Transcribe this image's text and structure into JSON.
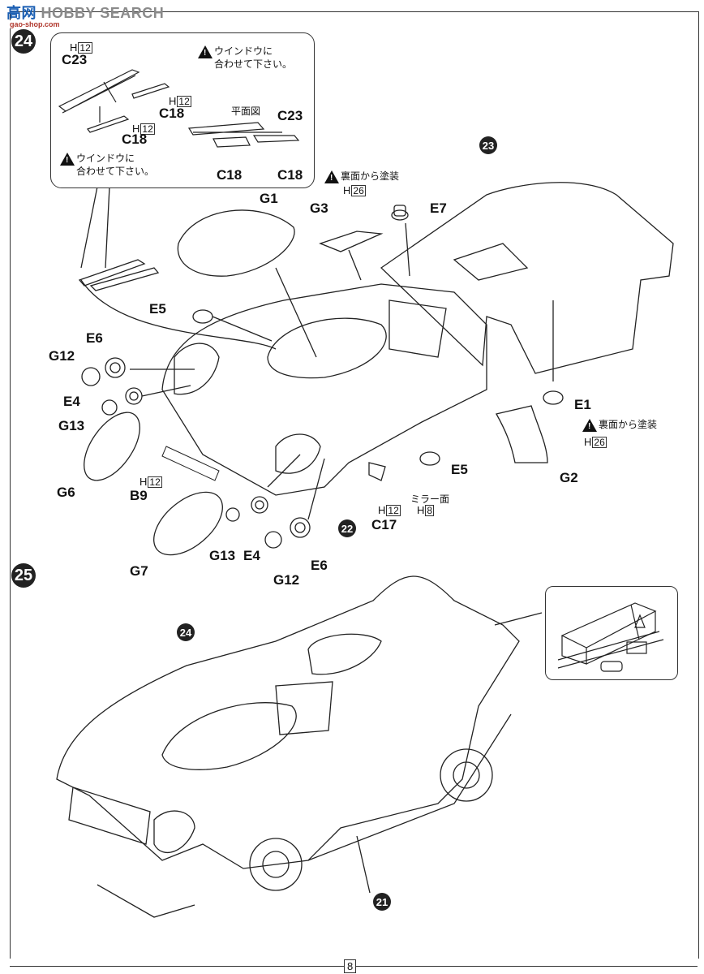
{
  "watermark": {
    "brand_cn": "高",
    "brand_cn2": "网",
    "brand_en": "HOBBY SEARCH",
    "site": "gao-shop.com"
  },
  "steps": [
    {
      "number": "24"
    },
    {
      "number": "25"
    }
  ],
  "sub_refs": {
    "step23": "23",
    "step22": "22",
    "step24": "24",
    "step21": "21"
  },
  "detail_box": {
    "labels": {
      "c23_top": "C23",
      "c18_right": "C18",
      "c18_left": "C18",
      "plan_c23": "C23",
      "plan_c18_a": "C18",
      "plan_c18_b": "C18"
    },
    "paint": {
      "h12_a": "12",
      "h12_b": "12",
      "h12_c": "12",
      "prefix": "H"
    },
    "plan_view": "平面図",
    "note_window_1": [
      "ウインドウに",
      "合わせて下さい。"
    ],
    "note_window_2": [
      "ウインドウに",
      "合わせて下さい。"
    ]
  },
  "step24_parts": {
    "G1": "G1",
    "G3": "G3",
    "E7": "E7",
    "E5_top": "E5",
    "E6_left": "E6",
    "G12_left": "G12",
    "E4_left": "E4",
    "G13_left": "G13",
    "G6": "G6",
    "B9": "B9",
    "G7": "G7",
    "G13_bottom": "G13",
    "E4_bottom": "E4",
    "G12_bottom": "G12",
    "E6_bottom": "E6",
    "C17": "C17",
    "E5_right": "E5",
    "E1": "E1",
    "G2": "G2"
  },
  "step24_paint": {
    "back_paint_note": "裏面から塗装",
    "h26_top": "26",
    "h26_right": "26",
    "h12_b9": "12",
    "h12_c17": "12",
    "h8_mirror": "8",
    "mirror_surface": "ミラー面",
    "prefix": "H"
  },
  "page": {
    "number": "8"
  }
}
